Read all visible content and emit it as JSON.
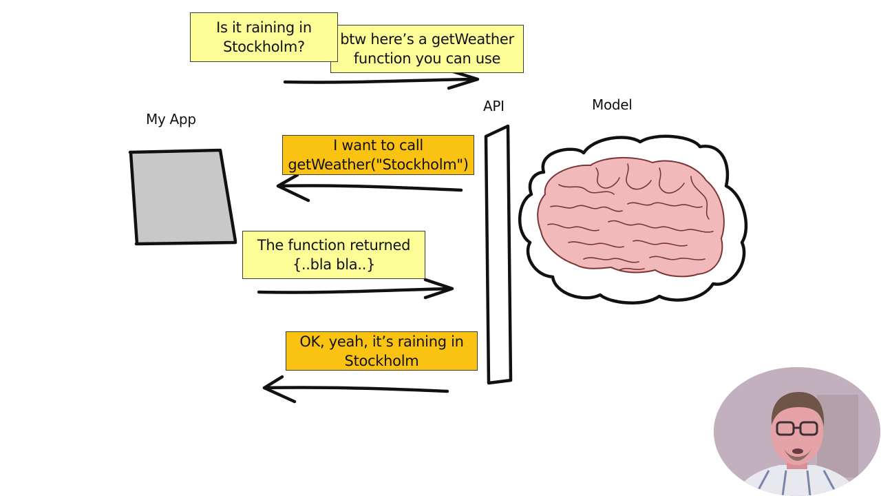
{
  "labels": {
    "my_app": "My App",
    "api": "API",
    "model": "Model"
  },
  "messages": {
    "user_question": "Is it raining in\nStockholm?",
    "function_hint": "btw here’s a getWeather\nfunction you can use",
    "model_call": "I want to call\ngetWeather(\"Stockholm\")",
    "function_result": "The function returned\n{..bla bla..}",
    "model_answer": "OK, yeah, it’s raining in\nStockholm"
  },
  "colors": {
    "note_yellow": "#fdfd98",
    "note_orange": "#fac211",
    "app_box_fill": "#c8c8c8",
    "brain_fill": "#f2b9bb",
    "brain_stroke": "#7a3438"
  }
}
